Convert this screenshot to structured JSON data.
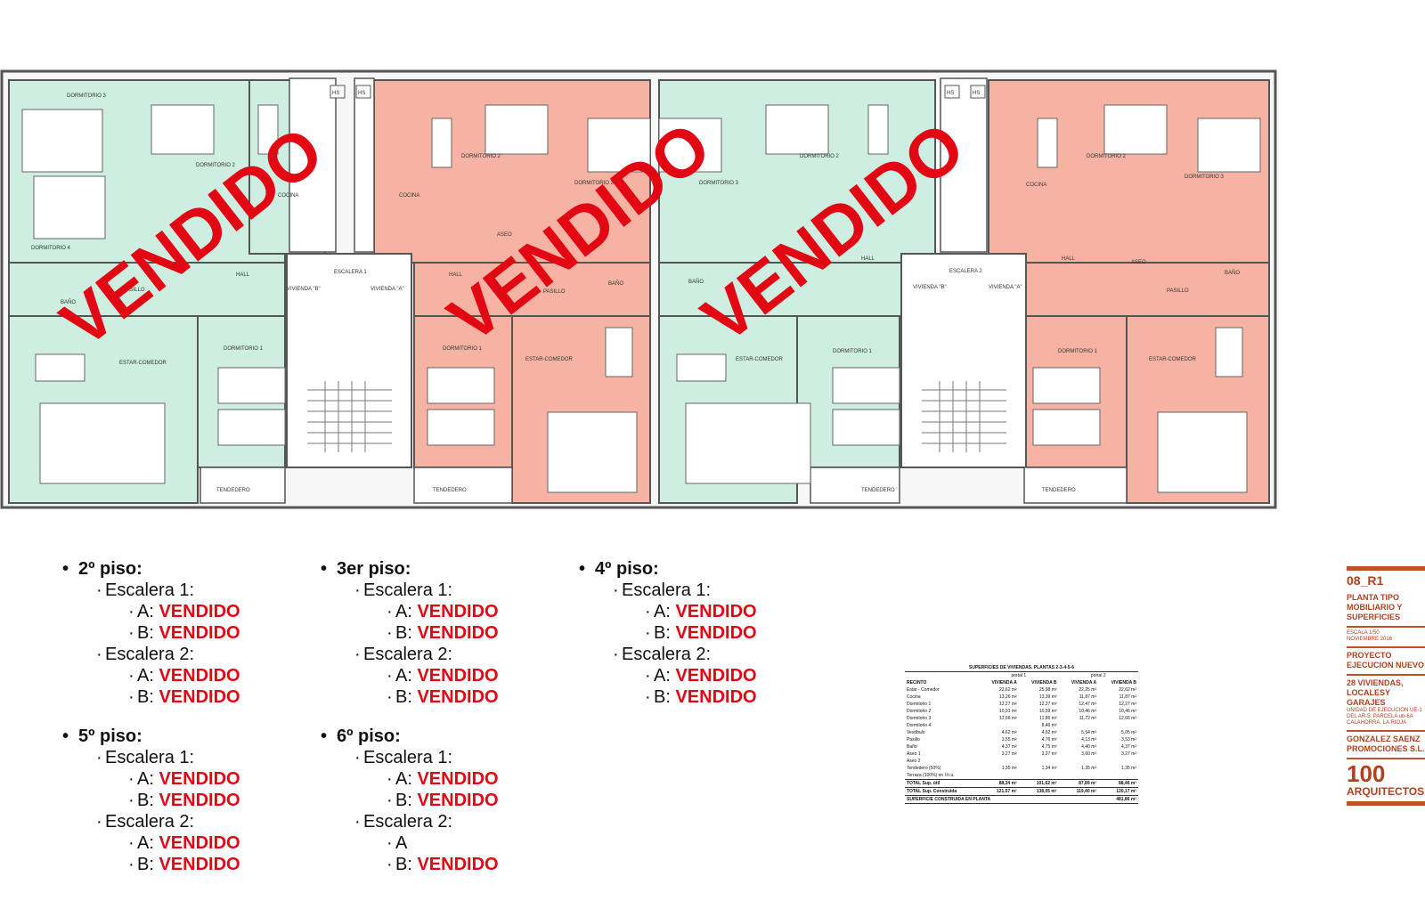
{
  "plan": {
    "watermark": "VENDIDO",
    "colors": {
      "green": "#cdeee0",
      "salmon": "#f6b3a3",
      "wall": "#555555",
      "watermark": "#e30613"
    },
    "labels": {
      "dormitorio1": "DORMITORIO 1",
      "dormitorio2": "DORMITORIO 2",
      "dormitorio3": "DORMITORIO 3",
      "dormitorio4": "DORMITORIO 4",
      "bano": "BAÑO",
      "aseo": "ASEO",
      "cocina": "COCINA",
      "hall": "HALL",
      "pasillo": "PASILLO",
      "estar_comedor": "ESTAR-COMEDOR",
      "tendedero": "TENDEDERO",
      "escalera1": "ESCALERA 1",
      "escalera2": "ESCALERA 2",
      "vivienda_a": "VIVIENDA \"A\"",
      "vivienda_b": "VIVIENDA \"B\"",
      "hs": "HS"
    }
  },
  "floors": [
    {
      "title": "2º piso:",
      "stairs": [
        {
          "label": "Escalera 1:",
          "units": [
            {
              "unit": "A:",
              "status": "VENDIDO"
            },
            {
              "unit": "B:",
              "status": "VENDIDO"
            }
          ]
        },
        {
          "label": "Escalera 2:",
          "units": [
            {
              "unit": "A:",
              "status": "VENDIDO"
            },
            {
              "unit": "B:",
              "status": "VENDIDO"
            }
          ]
        }
      ]
    },
    {
      "title": "3er piso:",
      "stairs": [
        {
          "label": "Escalera 1:",
          "units": [
            {
              "unit": "A:",
              "status": "VENDIDO"
            },
            {
              "unit": "B:",
              "status": "VENDIDO"
            }
          ]
        },
        {
          "label": "Escalera 2:",
          "units": [
            {
              "unit": "A:",
              "status": "VENDIDO"
            },
            {
              "unit": "B:",
              "status": "VENDIDO"
            }
          ]
        }
      ]
    },
    {
      "title": "4º piso:",
      "stairs": [
        {
          "label": "Escalera 1:",
          "units": [
            {
              "unit": "A:",
              "status": "VENDIDO"
            },
            {
              "unit": "B:",
              "status": "VENDIDO"
            }
          ]
        },
        {
          "label": "Escalera 2:",
          "units": [
            {
              "unit": "A:",
              "status": "VENDIDO"
            },
            {
              "unit": "B:",
              "status": "VENDIDO"
            }
          ]
        }
      ]
    },
    {
      "title": "5º piso:",
      "stairs": [
        {
          "label": "Escalera 1:",
          "units": [
            {
              "unit": "A:",
              "status": "VENDIDO"
            },
            {
              "unit": "B:",
              "status": "VENDIDO"
            }
          ]
        },
        {
          "label": "Escalera 2:",
          "units": [
            {
              "unit": "A:",
              "status": "VENDIDO"
            },
            {
              "unit": "B:",
              "status": "VENDIDO"
            }
          ]
        }
      ]
    },
    {
      "title": "6º piso:",
      "stairs": [
        {
          "label": "Escalera 1:",
          "units": [
            {
              "unit": "A:",
              "status": "VENDIDO"
            },
            {
              "unit": "B:",
              "status": "VENDIDO"
            }
          ]
        },
        {
          "label": "Escalera 2:",
          "units": [
            {
              "unit": "A",
              "status": ""
            },
            {
              "unit": "B:",
              "status": "VENDIDO"
            }
          ]
        }
      ]
    }
  ],
  "surfaces": {
    "title": "SUPERFICIES DE VIVIENDAS. PLANTAS 2-3-4-5-6",
    "portal1": "portal 1",
    "portal2": "portal 2",
    "headers": [
      "RECINTO",
      "VIVIENDA A",
      "VIVIENDA B",
      "VIVIENDA A",
      "VIVIENDA B"
    ],
    "rows": [
      [
        "Estar - Comedor",
        "22,62 m²",
        "25,98 m²",
        "22,25 m²",
        "22,62 m²"
      ],
      [
        "Cocina",
        "13,26 m²",
        "13,39 m²",
        "11,87 m²",
        "11,87 m²"
      ],
      [
        "Dormitorio 1",
        "12,27 m²",
        "12,27 m²",
        "12,47 m²",
        "12,27 m²"
      ],
      [
        "Dormitorio 2",
        "10,91 m²",
        "10,59 m²",
        "10,46 m²",
        "10,46 m²"
      ],
      [
        "Dormitorio 3",
        "12,66 m²",
        "11,86 m²",
        "11,72 m²",
        "12,66 m²"
      ],
      [
        "Dormitorio 4",
        "",
        "8,46 m²",
        "",
        ""
      ],
      [
        "Vestíbulo",
        "4,62 m²",
        "4,62 m²",
        "5,54 m²",
        "5,05 m²"
      ],
      [
        "Pasillo",
        "3,55 m²",
        "4,76 m²",
        "4,13 m²",
        "3,53 m²"
      ],
      [
        "Baño",
        "4,37 m²",
        "4,75 m²",
        "4,40 m²",
        "4,37 m²"
      ],
      [
        "Aseo 1",
        "3,27 m²",
        "3,27 m²",
        "3,60 m²",
        "3,27 m²"
      ],
      [
        "Aseo 2",
        "",
        "",
        "",
        ""
      ],
      [
        "Tendedero (50%)",
        "1,35 m²",
        "1,34 m²",
        "1,35 m²",
        "1,35 m²"
      ],
      [
        "Terraza (100%) en I.h.u.",
        "",
        "",
        "",
        ""
      ]
    ],
    "useful": [
      "TOTAL Sup. útil",
      "88,34 m²",
      "101,62 m²",
      "87,89 m²",
      "88,46 m²"
    ],
    "built": [
      "TOTAL Sup. Construida",
      "121,57 m²",
      "138,05 m²",
      "119,40 m²",
      "120,17 m²"
    ],
    "plan_total_label": "SUPERFICIE CONSTRUIDA EN PLANTA",
    "plan_total_value": "481,86 m²"
  },
  "sheet": {
    "code": "08_R1",
    "title": "PLANTA TIPO MOBILIARIO Y SUPERFICIES",
    "scale": "ESCALA 1/50",
    "date": "NOVIEMBRE 2016",
    "project": "PROYECTO EJECUCION NUEVO",
    "building": "28 VIVIENDAS, LOCALESY GARAJES",
    "address": "UNIDAD DE EJECUCION UE-1 DEL AR-5. PARCELA ub-6A CALAHORRA. LA RIOJA",
    "client": "GONZALEZ SAENZ PROMOCIONES S.L.",
    "brand_number": "100",
    "brand_name": "ARQUITECTOS"
  }
}
